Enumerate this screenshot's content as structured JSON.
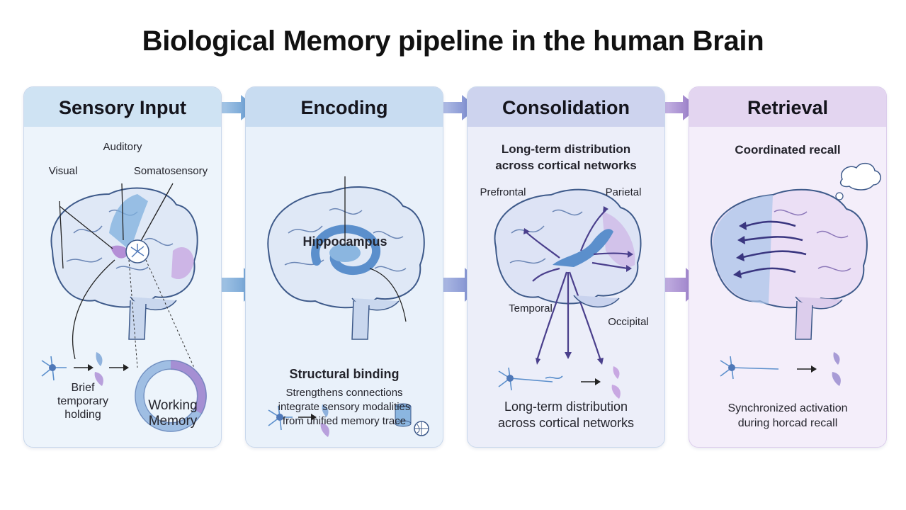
{
  "title": "Biological Memory pipeline in the human Brain",
  "panels": [
    {
      "title": "Sensory Input",
      "labels": {
        "auditory": "Auditory",
        "visual": "Visual",
        "somatosensory": "Somatosensory"
      },
      "caption_left": "Brief\ntemporary\nholding",
      "caption_right": "Working\nMemory"
    },
    {
      "title": "Encoding",
      "labels": {
        "hippocampus": "Hippocampus"
      },
      "subtitle": "Structural binding",
      "caption": "Strengthens connections\nintegrate sensory modalities\nfrom unified memory trace"
    },
    {
      "title": "Consolidation",
      "heading": "Long-term distribution\nacross cortical networks",
      "labels": {
        "prefrontal": "Prefrontal",
        "parietal": "Parietal",
        "temporal": "Temporal",
        "occipital": "Occipital"
      },
      "caption": "Long-term distribution\nacross cortical networks"
    },
    {
      "title": "Retrieval",
      "heading": "Coordinated recall",
      "caption": "Synchronized activation\nduring horcad recall"
    }
  ],
  "colors": {
    "panel1_head": "#cfe3f3",
    "panel1_body": "#edf4fb",
    "panel2_head": "#c8dcf1",
    "panel2_body": "#e9f1fa",
    "panel3_head": "#cdd3ee",
    "panel3_body": "#eceef9",
    "panel4_head": "#e3d5f0",
    "panel4_body": "#f4eefa",
    "arrow_blue": "#5b93cc",
    "arrow_indigo": "#6f7fc8",
    "arrow_purple": "#8e6fc0"
  }
}
